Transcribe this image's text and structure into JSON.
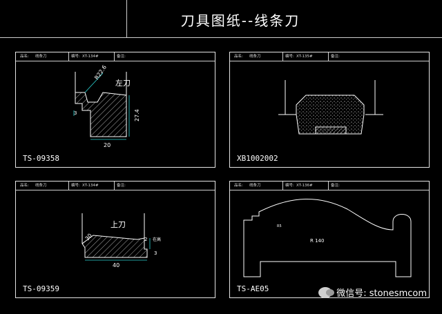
{
  "page": {
    "title": "刀具图纸--线条刀"
  },
  "header_labels": {
    "name": "品名:",
    "drawing_no": "编号:",
    "remark": "备注:"
  },
  "panels": [
    {
      "value": "线条刀",
      "drawing_no": "XT-134#",
      "code": "TS-09358",
      "labels": {
        "main": "左刀",
        "radius": "R22.6",
        "width": "20",
        "height": "27.4",
        "side": "3"
      }
    },
    {
      "value": "线条刀",
      "drawing_no": "XT-135#",
      "code": "XB1002002"
    },
    {
      "value": "线条刀",
      "drawing_no": "XT-134#",
      "code": "TS-09359",
      "labels": {
        "main": "上刀",
        "angle": "30",
        "width": "40",
        "right_top": "2",
        "right_note": "在高",
        "right_bottom": "3"
      }
    },
    {
      "value": "线条刀",
      "drawing_no": "XT-136#",
      "code": "TS-AE05",
      "labels": {
        "small": "R5",
        "radius": "R 140"
      }
    }
  ],
  "watermark": {
    "text": "微信号: stonesmcom",
    "icon": "wechat-icon"
  },
  "colors": {
    "background": "#000000",
    "line": "#ffffff",
    "dimension": "#2bd3d3",
    "hatch": "#cfcfcf"
  }
}
